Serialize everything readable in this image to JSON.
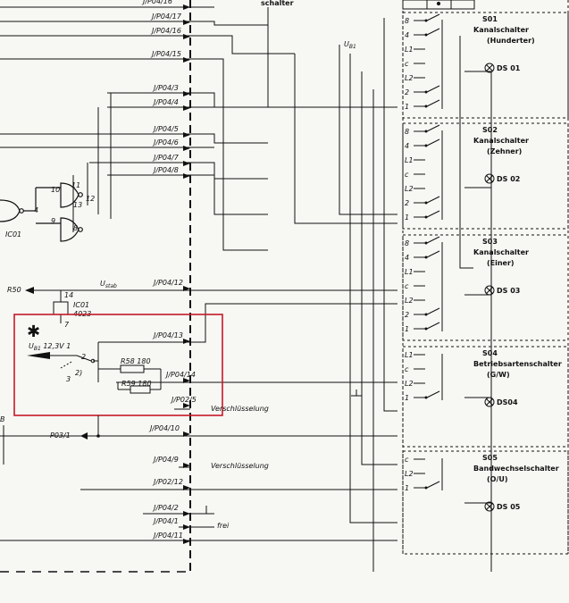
{
  "diagram": {
    "connector_labels": [
      {
        "text": "J/P04/16"
      },
      {
        "text": "J/P04/17"
      },
      {
        "text": "J/P04/16"
      },
      {
        "text": "J/P04/15"
      },
      {
        "text": "J/P04/3"
      },
      {
        "text": "J/P04/4"
      },
      {
        "text": "J/P04/5"
      },
      {
        "text": "J/P04/6"
      },
      {
        "text": "J/P04/7"
      },
      {
        "text": "J/P04/8"
      },
      {
        "text": "J/P04/12"
      },
      {
        "text": "J/P04/13"
      },
      {
        "text": "J/P04/14"
      },
      {
        "text": "J/P02/5"
      },
      {
        "text": "J/P04/10"
      },
      {
        "text": "J/P04/9"
      },
      {
        "text": "J/P02/12"
      },
      {
        "text": "J/P04/2"
      },
      {
        "text": "J/P04/1"
      },
      {
        "text": "J/P04/11"
      }
    ],
    "top_label": "schalter",
    "ub1": "U",
    "ub1_sub": "B1",
    "ustab": "U",
    "ustab_sub": "stab",
    "r50": "R50",
    "ic_labels": [
      "IC01",
      "IC01",
      "4023"
    ],
    "gate_pins": [
      "10",
      "11",
      "12",
      "13",
      "4",
      "9",
      "8"
    ],
    "ub1_voltage": "12,3V",
    "ub1_v_pin": "1",
    "r58": "R58  180",
    "r59": "R59  180",
    "sel_pins": [
      "2",
      "3",
      "2)"
    ],
    "verschl": "Verschlüsselung",
    "p03": "P03/1",
    "frei": "frei",
    "ic_pins": [
      "14",
      "7"
    ],
    "side_b": "B",
    "switch_groups": [
      {
        "id": "S01",
        "line1": "Kanalschalter",
        "line2": "(Hunderter)",
        "ds": "DS 01",
        "pins": [
          "8",
          "4",
          "L1",
          "c",
          "L2",
          "2",
          "1"
        ]
      },
      {
        "id": "S02",
        "line1": "Kanalschalter",
        "line2": "(Zehner)",
        "ds": "DS 02",
        "pins": [
          "8",
          "4",
          "L1",
          "c",
          "L2",
          "2",
          "1"
        ]
      },
      {
        "id": "S03",
        "line1": "Kanalschalter",
        "line2": "(Einer)",
        "ds": "DS 03",
        "pins": [
          "8",
          "4",
          "L1",
          "c",
          "L2",
          "2",
          "1"
        ]
      },
      {
        "id": "S04",
        "line1": "Betriebsartenschalter",
        "line2": "(G/W)",
        "ds": "DS04",
        "pins": [
          "L1",
          "c",
          "L2",
          "1"
        ]
      },
      {
        "id": "S05",
        "line1": "Bandwechselschalter",
        "line2": "(O/U)",
        "ds": "DS 05",
        "pins": [
          "c",
          "L2",
          "1"
        ]
      }
    ],
    "colors": {
      "ink": "#111111",
      "highlight": "#c41a26",
      "paper": "#f7f7f4"
    }
  }
}
